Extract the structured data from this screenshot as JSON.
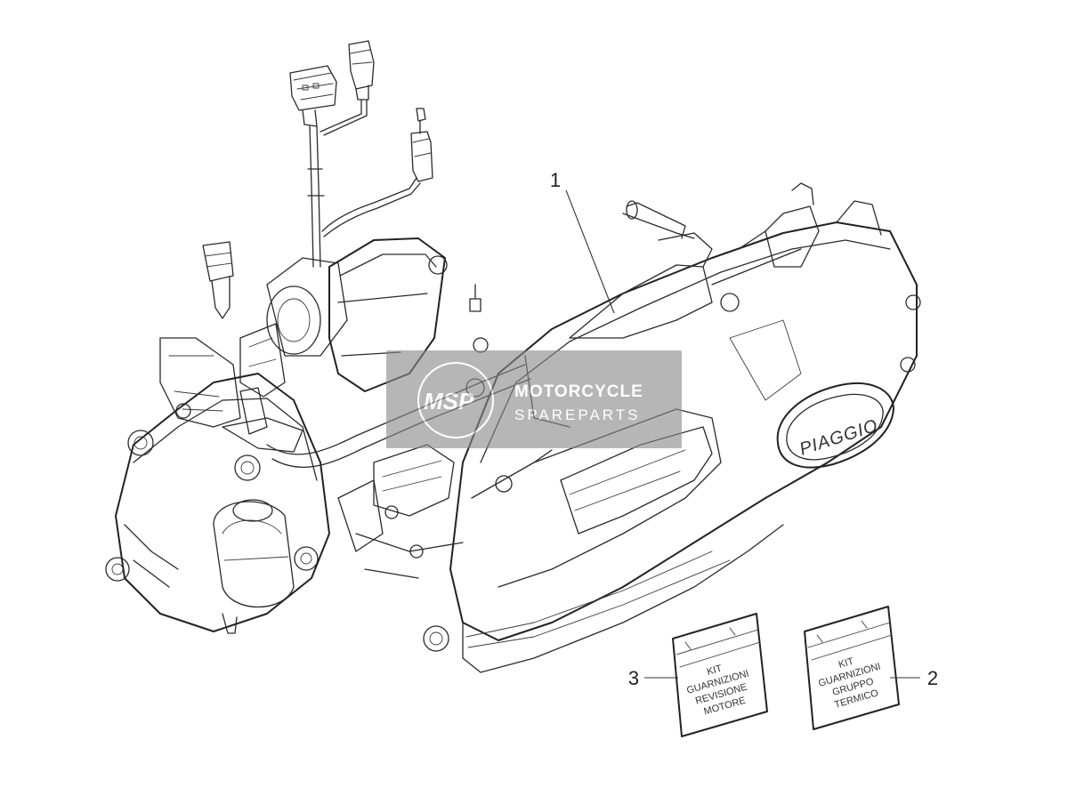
{
  "callouts": [
    {
      "id": "1",
      "label": "1"
    },
    {
      "id": "2",
      "label": "2"
    },
    {
      "id": "3",
      "label": "3"
    }
  ],
  "kits": {
    "overhaul": [
      "KIT",
      "GUARNIZIONI",
      "REVISIONE",
      "MOTORE"
    ],
    "thermal": [
      "KIT",
      "GUARNIZIONI",
      "GRUPPO",
      "TERMICO"
    ]
  },
  "engine_logo": "PIAGGIO",
  "watermark": {
    "logo": "MSP",
    "line1": "MOTORCYCLE",
    "line2": "SPAREPARTS",
    "bg_color": "#8a8a8a",
    "logo_color": "#f08a5d"
  }
}
